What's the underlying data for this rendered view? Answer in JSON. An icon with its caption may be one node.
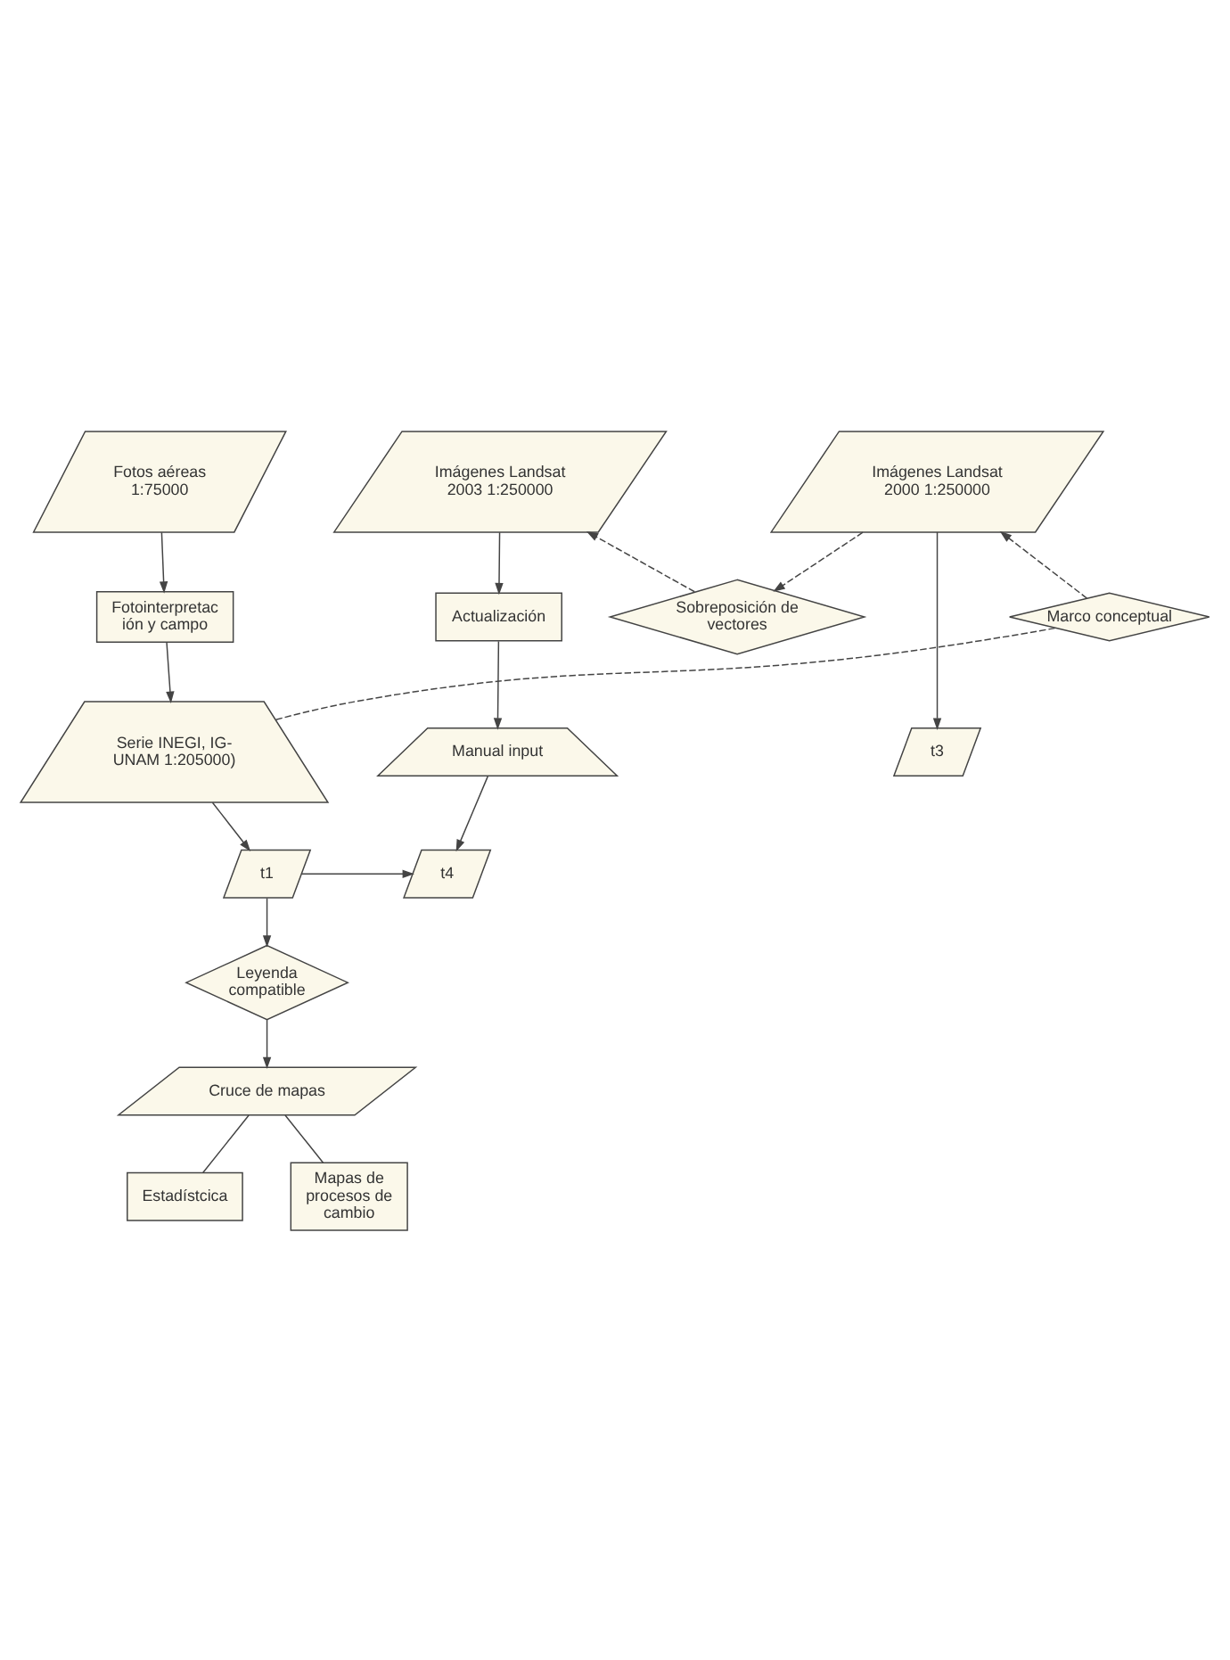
{
  "diagram": {
    "nodes": [
      {
        "text": [
          "Fotos aéreas 1:75000"
        ]
      },
      {
        "text": [
          "Imágenes Landsat 2000 1:250000"
        ]
      },
      {
        "text": [
          "Imágenes Landsat 2003 1:250000"
        ]
      },
      {
        "text": [
          "Marco conceptual"
        ]
      },
      {
        "text": [
          "Sobreposición de vectores"
        ]
      },
      {
        "text": [
          "Fotointerpretac ión y campo"
        ]
      },
      {
        "text": [
          "Actualización"
        ]
      },
      {
        "text": [
          "Serie INEGI, IG- UNAM 1:205000)"
        ]
      },
      {
        "text": [
          "t3"
        ]
      },
      {
        "text": [
          "Manual input"
        ]
      },
      {
        "text": [
          "t1"
        ]
      },
      {
        "text": [
          "t4"
        ]
      },
      {
        "text": [
          "Leyenda compatible"
        ]
      },
      {
        "text": [
          "Cruce de mapas"
        ]
      },
      {
        "text": [
          "Estadístcica"
        ]
      },
      {
        "text": [
          "Mapas de procesos de cambio"
        ]
      }
    ],
    "edges": [
      {
        "from": 0,
        "to": 5,
        "arrow": "to"
      },
      {
        "from": 5,
        "to": 7,
        "arrow": "to"
      },
      {
        "from": 7,
        "to": 3,
        "arrow": "none",
        "style": "dashed"
      },
      {
        "from": 3,
        "to": 1,
        "arrow": "to",
        "style": "dashed"
      },
      {
        "from": 1,
        "to": 8,
        "arrow": "to"
      },
      {
        "from": 1,
        "to": 4,
        "arrow": "to",
        "style": "dashed"
      },
      {
        "from": 4,
        "to": 2,
        "arrow": "to",
        "style": "dashed"
      },
      {
        "from": 2,
        "to": 6,
        "arrow": "to"
      },
      {
        "from": 6,
        "to": 9,
        "arrow": "to"
      },
      {
        "from": 7,
        "to": 10,
        "arrow": "to"
      },
      {
        "from": 9,
        "to": 11,
        "arrow": "to"
      },
      {
        "from": 10,
        "to": 11,
        "arrow": "to"
      },
      {
        "from": 10,
        "to": 12,
        "arrow": "to"
      },
      {
        "from": 12,
        "to": 13,
        "arrow": "to"
      },
      {
        "from": 13,
        "to": 14,
        "arrow": "none"
      },
      {
        "from": 13,
        "to": 15,
        "arrow": "none"
      }
    ]
  }
}
